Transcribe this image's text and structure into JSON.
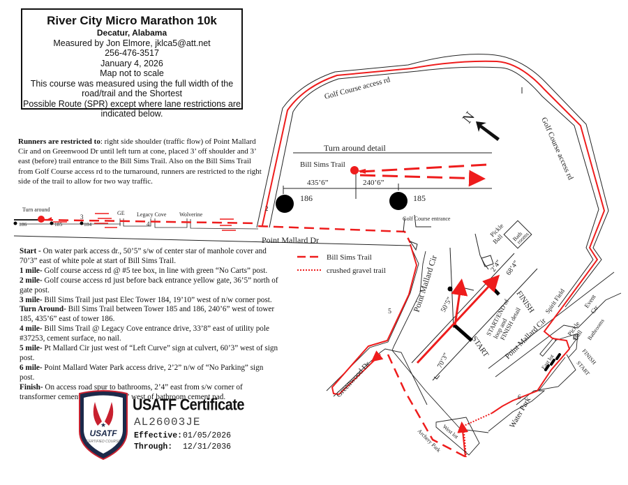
{
  "header": {
    "title": "River City Micro Marathon 10k",
    "location": "Decatur, Alabama",
    "measured_by": "Measured by Jon Elmore, jklca5@att.net",
    "phone": "256-476-3517",
    "date": "January 4, 2026",
    "scale_note": "Map not to scale",
    "spr_note_1": "This course was measured using the full width of the",
    "spr_note_2": "road/trail and the Shortest",
    "spr_note_3": "Possible Route (SPR) except where lane restrictions are",
    "spr_note_4": "indicated below."
  },
  "restrictions": {
    "lead": "Runners are restricted to",
    "text": ": right side shoulder (traffic flow) of Point Mallard Cir and on Greenwood Dr until left turn at cone, placed 3’ off shoulder and 3’ east (before) trail entrance to the Bill Sims Trail. Also on the Bill Sims Trail from Golf Course access rd to the turnaround, runners are restricted to the right side of the trail to allow for two way traffic."
  },
  "splits": [
    {
      "label": "Start - ",
      "text": "On water park access dr., 50’5” s/w of center star of manhole cover and 70’3” east of white pole at start of Bill Sims Trail."
    },
    {
      "label": "1 mile- ",
      "text": "Golf course access rd @ #5 tee box, in line with green “No Carts” post."
    },
    {
      "label": "2 mile- ",
      "text": "Golf course access rd just before back entrance yellow gate, 36’5” north of gate post."
    },
    {
      "label": "3 mile- ",
      "text": "Bill Sims Trail just past Elec Tower 184, 19’10” west of n/w corner post."
    },
    {
      "label": "Turn Around- ",
      "text": "Bill Sims Trail between Tower 185 and 186, 240’6” west of tower 185, 435’6” east of tower 186."
    },
    {
      "label": "4 mile- ",
      "text": "Bill Sims Trail @ Legacy Cove entrance drive, 33’8” east of utility pole #37253, cement surface, no nail."
    },
    {
      "label": "5 mile- ",
      "text": "Pt Mallard Cir just west of “Left Curve” sign at culvert, 60’3” west of sign post."
    },
    {
      "label": "6 mile- ",
      "text": "Point Mallard Water Park access drive, 2’2” n/w of “No Parking” sign post."
    },
    {
      "label": "Finish- ",
      "text": "On access road spur to bathrooms, 2’4” east from s/w corner of transformer cement base and 68’4” west of bathroom cement pad."
    }
  ],
  "certificate": {
    "badge_text": "USATF",
    "badge_subtext": "CERTIFIED COURSE",
    "title": "USATF Certificate",
    "number": "AL26003JE",
    "effective_label": "Effective:",
    "effective_date": "01/05/2026",
    "through_label": "Through:",
    "through_date": "12/31/2036",
    "colors": {
      "navy": "#1c2a4a",
      "red": "#c8202f"
    }
  },
  "map": {
    "colors": {
      "route": "#ee1c1c",
      "road": "#222222"
    },
    "labels": {
      "golf_access_top": "Golf Course access rd",
      "golf_access_right": "Golf Course access rd",
      "north": "N",
      "turnaround_detail": "Turn around detail",
      "bill_sims_trail": "Bill Sims Trail",
      "dist_186": "435’6”",
      "dist_185": "240’6”",
      "tower_186": "186",
      "tower_185": "185",
      "turn_around": "Turn around",
      "t186": "186",
      "t185": "185",
      "t184": "184",
      "ge": "GE",
      "legacy_cove": "Legacy Cove",
      "wolverine": "Wolverine",
      "point_mallard_dr": "Point Mallard Dr",
      "golf_entrance": "Golf Course entrance",
      "pickle_ball_1": "Pickle",
      "pickle_ball_2": "Ball",
      "bathrooms_1": "Bath",
      "bathrooms_2": "rooms",
      "d_2_4": "2’4”",
      "d_68_4": "68’4”",
      "finish": "FINISH",
      "start": "START",
      "start_end_1": "START/END of",
      "start_end_2": "loop and",
      "start_end_3": "FINISH detail",
      "d_50_5": "50’5”",
      "d_70_3": "70’3”",
      "point_mallard_cir_1": "Point Mallard Cir",
      "point_mallard_cir_2": "Point Mallard Cir",
      "greenwood_dr": "Greenwood Dr",
      "spirit_field": "Spirit Field",
      "event_ctr_1": "Event",
      "event_ctr_2": "Ctr",
      "pickle_ball_b1": "Pickle",
      "pickle_ball_b2": "Ball",
      "bathrooms_small": "Bathrooms",
      "finish_small": "FINISH",
      "start_small": "START",
      "east_lot": "East lot",
      "west_lot": "West lot",
      "archery_park": "Archery Park",
      "water_park": "Water Park",
      "mile_2": "2",
      "mile_3": "3",
      "mile_4": "4",
      "mile_5": "5",
      "mile_6": "6"
    },
    "legend": [
      {
        "style": "dashed",
        "label": "Bill Sims Trail"
      },
      {
        "style": "dotted",
        "label": "crushed gravel trail"
      }
    ]
  }
}
